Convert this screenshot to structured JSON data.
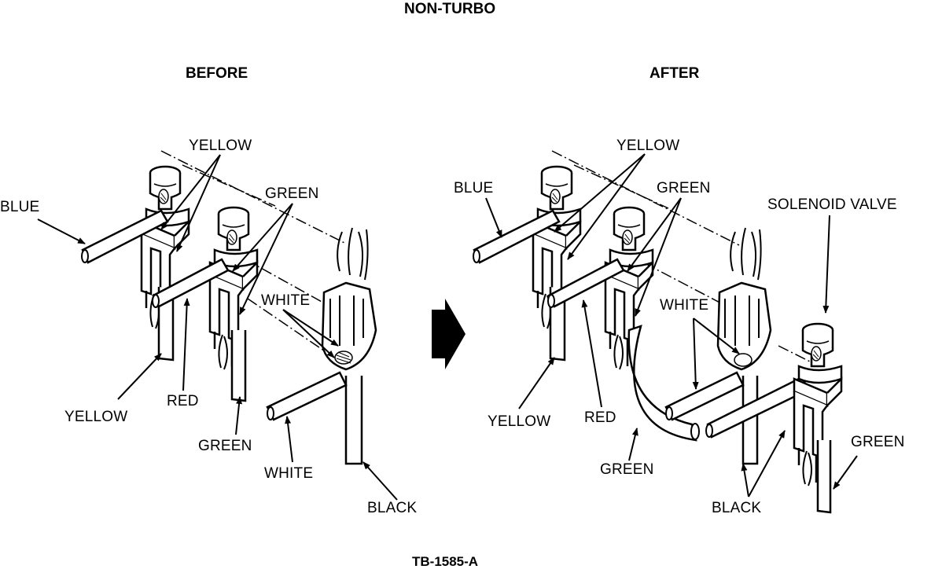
{
  "title": "NON-TURBO",
  "before": {
    "heading": "BEFORE",
    "labels": {
      "yellow_top": "YELLOW",
      "blue": "BLUE",
      "green_top": "GREEN",
      "white_top": "WHITE",
      "yellow_bottom": "YELLOW",
      "red": "RED",
      "green_bottom": "GREEN",
      "white_bottom": "WHITE",
      "black": "BLACK"
    }
  },
  "after": {
    "heading": "AFTER",
    "labels": {
      "yellow_top": "YELLOW",
      "blue": "BLUE",
      "green_top": "GREEN",
      "solenoid": "SOLENOID VALVE",
      "white": "WHITE",
      "yellow_bottom": "YELLOW",
      "red": "RED",
      "green_bottom": "GREEN",
      "black": "BLACK",
      "green_right": "GREEN"
    }
  },
  "figure_id": "TB-1585-A"
}
